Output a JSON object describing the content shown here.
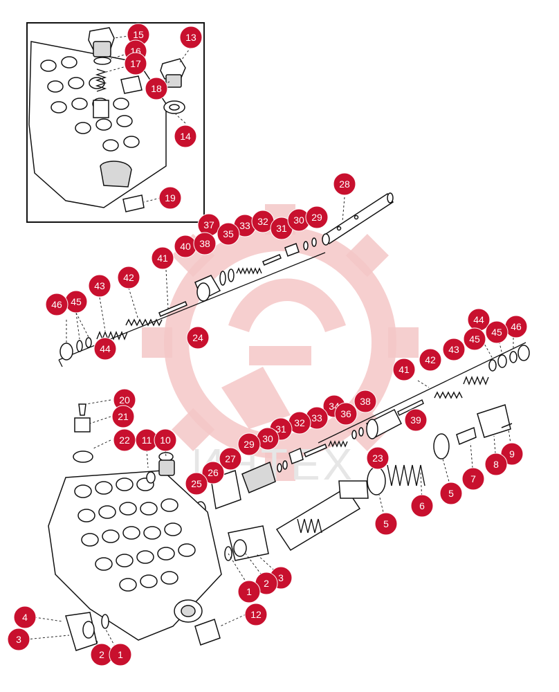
{
  "colors": {
    "callout_fill": "#c8102e",
    "watermark_gear": "#f4c7c7",
    "watermark_text": "#e6e6e6",
    "ink": "#111111"
  },
  "watermark": {
    "text": "ИНТЕХ"
  },
  "callouts": [
    {
      "id": "c15a",
      "label": "15"
    },
    {
      "id": "c16a",
      "label": "16"
    },
    {
      "id": "c17a",
      "label": "17"
    },
    {
      "id": "c13a",
      "label": "13"
    },
    {
      "id": "c18a",
      "label": "18"
    },
    {
      "id": "c14a",
      "label": "14"
    },
    {
      "id": "c19a",
      "label": "19"
    },
    {
      "id": "c28a",
      "label": "28"
    },
    {
      "id": "c37a",
      "label": "37"
    },
    {
      "id": "c33a",
      "label": "33"
    },
    {
      "id": "c32a",
      "label": "32"
    },
    {
      "id": "c31a",
      "label": "31"
    },
    {
      "id": "c30a",
      "label": "30"
    },
    {
      "id": "c29a",
      "label": "29"
    },
    {
      "id": "c35a",
      "label": "35"
    },
    {
      "id": "c40a",
      "label": "40"
    },
    {
      "id": "c38a",
      "label": "38"
    },
    {
      "id": "c41a",
      "label": "41"
    },
    {
      "id": "c42a",
      "label": "42"
    },
    {
      "id": "c43a",
      "label": "43"
    },
    {
      "id": "c45a",
      "label": "45"
    },
    {
      "id": "c46a",
      "label": "46"
    },
    {
      "id": "c44a",
      "label": "44"
    },
    {
      "id": "c24a",
      "label": "24"
    },
    {
      "id": "c44b",
      "label": "44"
    },
    {
      "id": "c46b",
      "label": "46"
    },
    {
      "id": "c45b",
      "label": "45"
    },
    {
      "id": "c45c",
      "label": "45"
    },
    {
      "id": "c43b",
      "label": "43"
    },
    {
      "id": "c42b",
      "label": "42"
    },
    {
      "id": "c41b",
      "label": "41"
    },
    {
      "id": "c20a",
      "label": "20"
    },
    {
      "id": "c21a",
      "label": "21"
    },
    {
      "id": "c22a",
      "label": "22"
    },
    {
      "id": "c11a",
      "label": "11"
    },
    {
      "id": "c10a",
      "label": "10"
    },
    {
      "id": "c34a",
      "label": "34"
    },
    {
      "id": "c38b",
      "label": "38"
    },
    {
      "id": "c36a",
      "label": "36"
    },
    {
      "id": "c39a",
      "label": "39"
    },
    {
      "id": "c33b",
      "label": "33"
    },
    {
      "id": "c32b",
      "label": "32"
    },
    {
      "id": "c31b",
      "label": "31"
    },
    {
      "id": "c30b",
      "label": "30"
    },
    {
      "id": "c29b",
      "label": "29"
    },
    {
      "id": "c27a",
      "label": "27"
    },
    {
      "id": "c26a",
      "label": "26"
    },
    {
      "id": "c25a",
      "label": "25"
    },
    {
      "id": "c23a",
      "label": "23"
    },
    {
      "id": "c9a",
      "label": "9"
    },
    {
      "id": "c8a",
      "label": "8"
    },
    {
      "id": "c7a",
      "label": "7"
    },
    {
      "id": "c5a",
      "label": "5"
    },
    {
      "id": "c6a",
      "label": "6"
    },
    {
      "id": "c5b",
      "label": "5"
    },
    {
      "id": "c3a",
      "label": "3"
    },
    {
      "id": "c2a",
      "label": "2"
    },
    {
      "id": "c1a",
      "label": "1"
    },
    {
      "id": "c12a",
      "label": "12"
    },
    {
      "id": "c4a",
      "label": "4"
    },
    {
      "id": "c3b",
      "label": "3"
    },
    {
      "id": "c2b",
      "label": "2"
    },
    {
      "id": "c1b",
      "label": "1"
    }
  ]
}
